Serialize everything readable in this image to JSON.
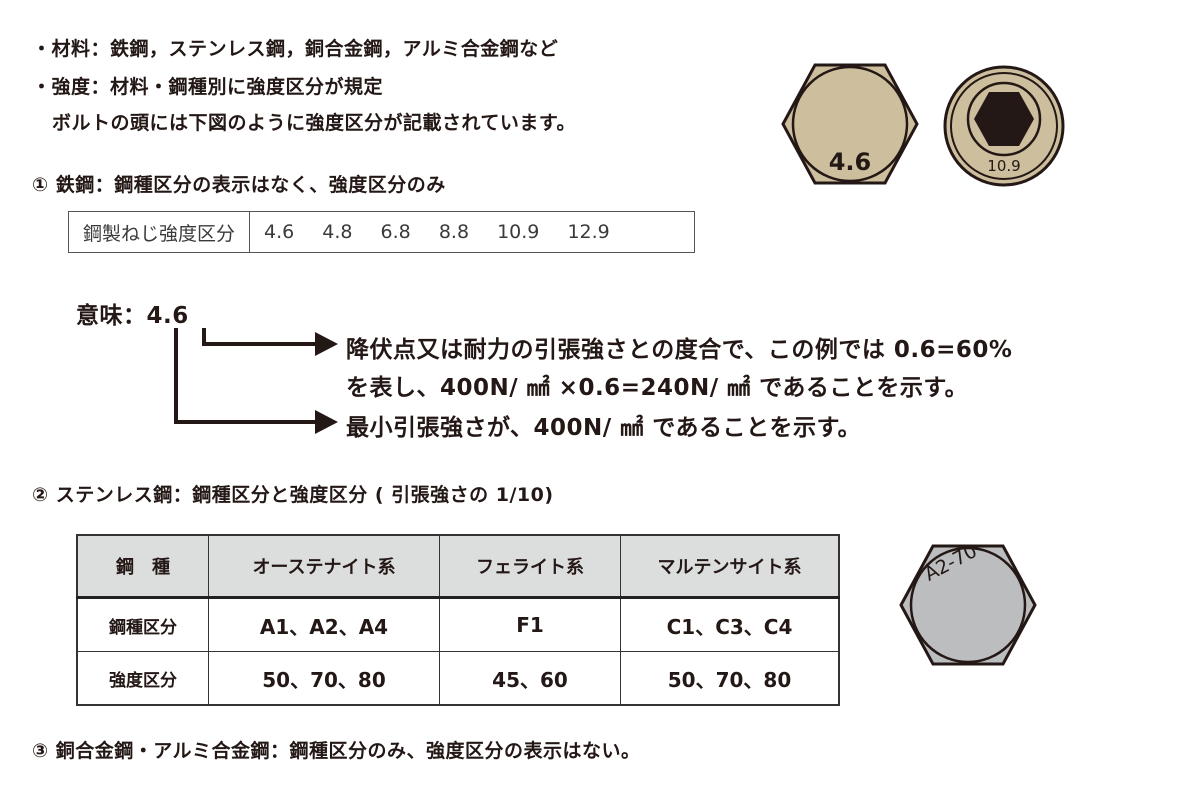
{
  "intro": {
    "line1": "・材料：鉄鋼，ステンレス鋼，銅合金鋼，アルミ合金鋼など",
    "line2": "・強度：材料・鋼種別に強度区分が規定",
    "line3": "ボルトの頭には下図のように強度区分が記載されています。"
  },
  "bolt_images": {
    "hex_bolt_marking": "4.6",
    "socket_bolt_marking": "10.9",
    "stainless_bolt_marking": "A2-70",
    "colors": {
      "steel_fill": "#cdbf9d",
      "stainless_fill": "#bcbdbf",
      "outline": "#231815",
      "socket_hex": "#231815"
    }
  },
  "section1": {
    "heading": "① 鉄鋼：鋼種区分の表示はなく、強度区分のみ",
    "table": {
      "label": "鋼製ねじ強度区分",
      "values": [
        "4.6",
        "4.8",
        "6.8",
        "8.8",
        "10.9",
        "12.9"
      ]
    },
    "meaning": {
      "label": "意味：",
      "value": "4.6",
      "arrow1_line1": "降伏点又は耐力の引張強さとの度合で、この例では 0.6=60%",
      "arrow1_line2": "を表し、400N/ ㎟ ×0.6=240N/ ㎟ であることを示す。",
      "arrow2_line1": "最小引張強さが、400N/ ㎟ であることを示す。"
    }
  },
  "section2": {
    "heading": "② ステンレス鋼：鋼種区分と強度区分 ( 引張強さの 1/10)",
    "table": {
      "headers": [
        "鋼　種",
        "オーステナイト系",
        "フェライト系",
        "マルテンサイト系"
      ],
      "rows": [
        {
          "label": "鋼種区分",
          "cells": [
            "A1、A2、A4",
            "F1",
            "C1、C3、C4"
          ]
        },
        {
          "label": "強度区分",
          "cells": [
            "50、70、80",
            "45、60",
            "50、70、80"
          ]
        }
      ]
    }
  },
  "section3": {
    "heading": "③ 銅合金鋼・アルミ合金鋼：鋼種区分のみ、強度区分の表示はない。"
  }
}
